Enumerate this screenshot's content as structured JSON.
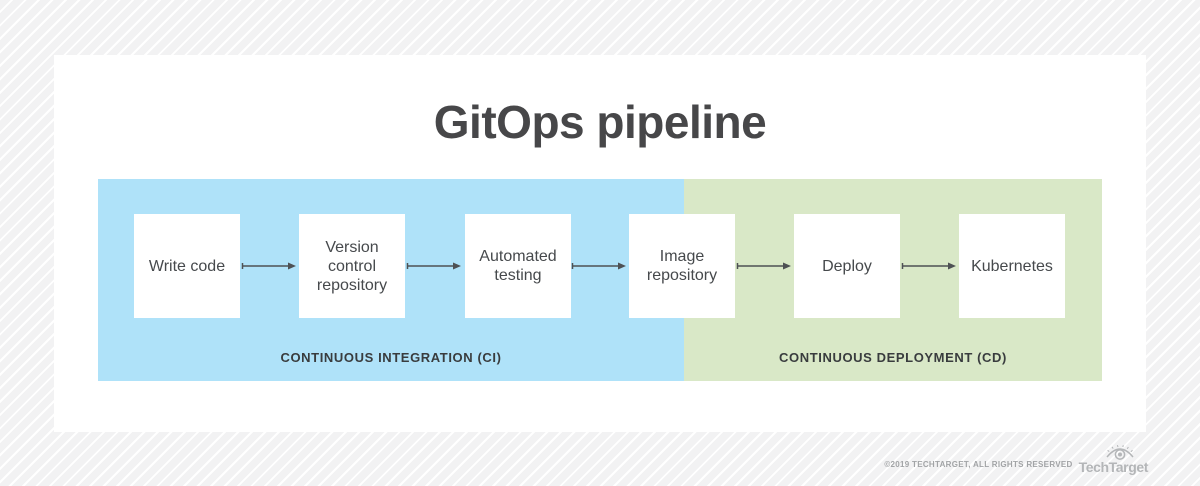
{
  "title": "GitOps pipeline",
  "pipeline": {
    "stages": [
      "Write code",
      "Version control repository",
      "Automated testing",
      "Image repository",
      "Deploy",
      "Kubernetes"
    ],
    "sections": [
      {
        "id": "ci",
        "label": "CONTINUOUS INTEGRATION (CI)",
        "color": "#afe2f9"
      },
      {
        "id": "cd",
        "label": "CONTINUOUS DEPLOYMENT (CD)",
        "color": "#d9e8c7"
      }
    ],
    "arrow_color": "#4e5154"
  },
  "footer": {
    "copyright": "©2019 TECHTARGET, ALL RIGHTS RESERVED",
    "brand": "TechTarget",
    "brand_color": "#b4b6b8"
  }
}
